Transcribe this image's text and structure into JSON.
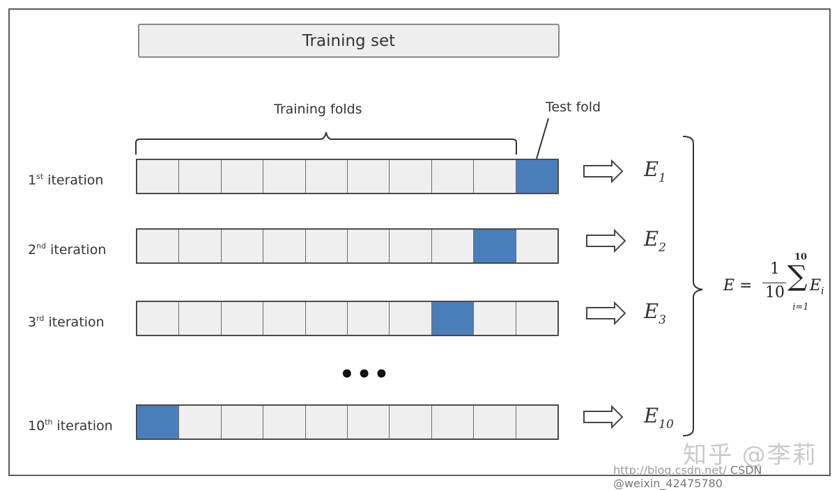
{
  "header": {
    "training_set": "Training set"
  },
  "labels": {
    "training_folds": "Training folds",
    "test_fold": "Test fold"
  },
  "colors": {
    "test_fold": "#4a7ebb",
    "train_fold": "#efefef"
  },
  "folds_per_row": 10,
  "iterations": [
    {
      "num": "1",
      "sup": "st",
      "text": " iteration",
      "test_index": 9,
      "err_letter": "E",
      "err_sub": "1"
    },
    {
      "num": "2",
      "sup": "nd",
      "text": " iteration",
      "test_index": 8,
      "err_letter": "E",
      "err_sub": "2"
    },
    {
      "num": "3",
      "sup": "rd",
      "text": " iteration",
      "test_index": 7,
      "err_letter": "E",
      "err_sub": "3"
    },
    {
      "num": "10",
      "sup": "th",
      "text": " iteration",
      "test_index": 0,
      "err_letter": "E",
      "err_sub": "10"
    }
  ],
  "ellipsis": "•••",
  "formula": {
    "lhs": "E =",
    "numerator": "1",
    "denominator": "10",
    "sum_top": "10",
    "sum_bottom": "i=1",
    "sum_symbol": "∑",
    "term": "E",
    "term_sub": "i"
  },
  "watermark": {
    "brand": "知乎 @李莉",
    "url": "http://blog.csdn.net/",
    "csdn": "CSDN @weixin_42475780"
  }
}
